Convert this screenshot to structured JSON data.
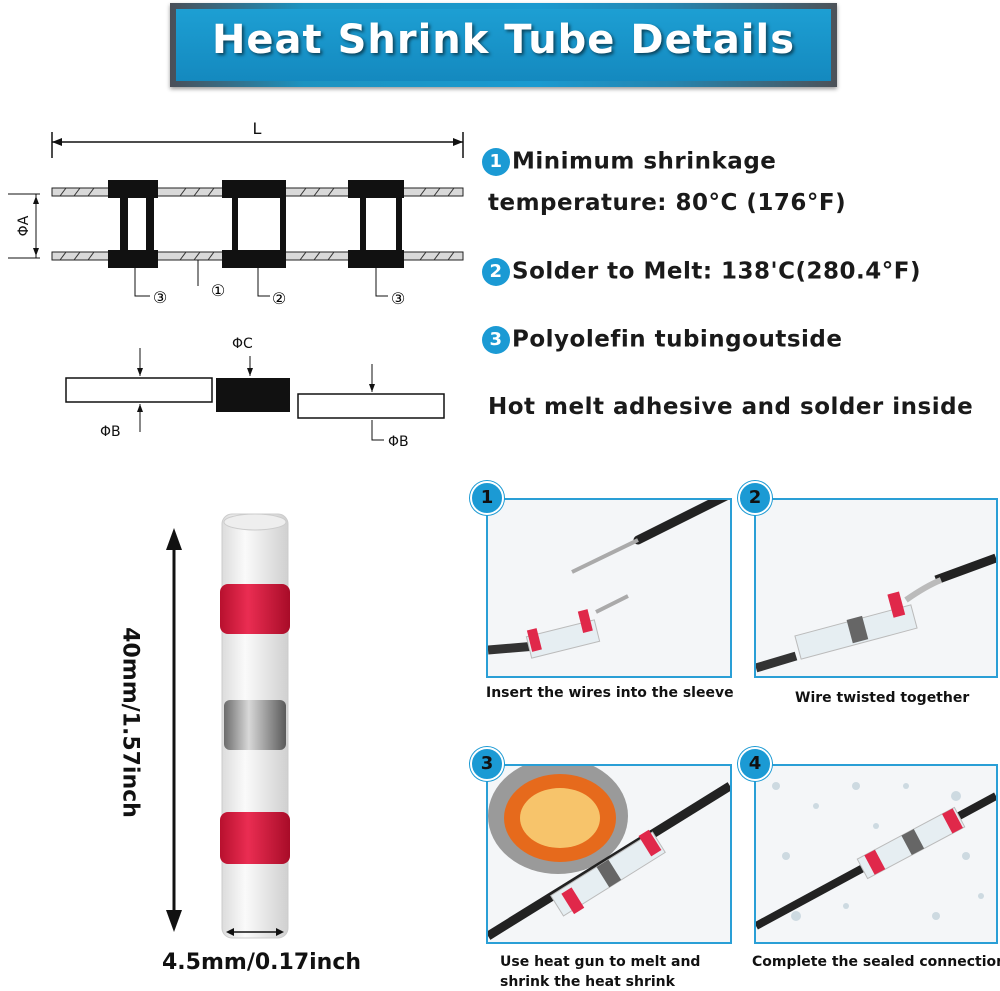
{
  "banner": {
    "title": "Heat Shrink Tube Details"
  },
  "diagram": {
    "length_label": "L",
    "diameter_a": "ΦA",
    "diameter_b": "ΦB",
    "diameter_c": "ΦC",
    "callout_1": "①",
    "callout_2": "②",
    "callout_3": "③"
  },
  "specs": {
    "item1_num": "1",
    "item1_line1": "Minimum shrinkage",
    "item1_line2": "temperature: 80°C (176°F)",
    "item2_num": "2",
    "item2_text": "Solder to Melt: 138'C(280.4°F)",
    "item3_num": "3",
    "item3_text": "Polyolefin tubingoutside",
    "note": "Hot melt adhesive and solder inside"
  },
  "tube": {
    "length_label": "40mm/1.57inch",
    "width_label": "4.5mm/0.17inch"
  },
  "steps": [
    {
      "num": "1",
      "caption": "Insert the wires into the sleeve"
    },
    {
      "num": "2",
      "caption": "Wire twisted together"
    },
    {
      "num": "3",
      "caption_line1": "Use heat gun to melt and",
      "caption_line2": "shrink the heat shrink"
    },
    {
      "num": "4",
      "caption": "Complete the sealed connection"
    }
  ],
  "colors": {
    "accent": "#1b9ad4",
    "band_red": "#e0284a",
    "text": "#1a1a1a"
  }
}
